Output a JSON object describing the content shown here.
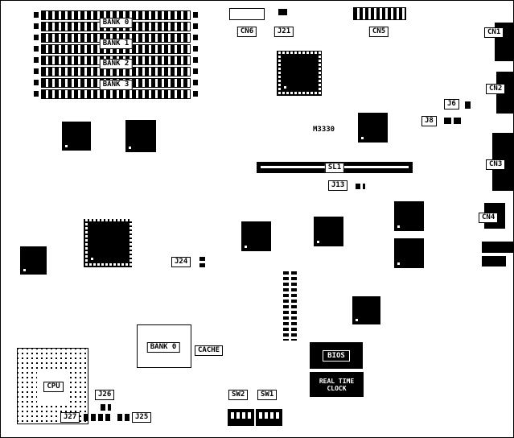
{
  "colors": {
    "component": "#000000",
    "board": "#ffffff"
  },
  "memory": {
    "bank_labels": [
      "BANK 0",
      "BANK 1",
      "BANK 2",
      "BANK 3"
    ]
  },
  "connectors": {
    "cn1": "CN1",
    "cn2": "CN2",
    "cn3": "CN3",
    "cn4": "CN4",
    "cn5": "CN5",
    "cn6": "CN6"
  },
  "jumpers": {
    "j6": "J6",
    "j8": "J8",
    "j13": "J13",
    "j21": "J21",
    "j24": "J24",
    "j25": "J25",
    "j26": "J26",
    "j27": "J27"
  },
  "switches": {
    "sw1": "SW1",
    "sw2": "SW2"
  },
  "slot": {
    "sl1": "SL1"
  },
  "chips": {
    "m3330": "M3330",
    "bios": "BIOS",
    "rtc": [
      "REAL TIME",
      "CLOCK"
    ],
    "cpu": "CPU"
  },
  "cache": {
    "bank": "BANK 0",
    "label": "CACHE"
  }
}
